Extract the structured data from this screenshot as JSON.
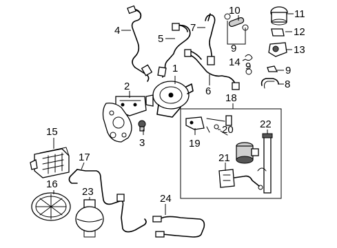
{
  "diagram": {
    "callouts": [
      {
        "id": "1",
        "label": "1"
      },
      {
        "id": "2",
        "label": "2"
      },
      {
        "id": "3",
        "label": "3"
      },
      {
        "id": "4",
        "label": "4"
      },
      {
        "id": "5",
        "label": "5"
      },
      {
        "id": "6",
        "label": "6"
      },
      {
        "id": "7",
        "label": "7"
      },
      {
        "id": "8",
        "label": "8"
      },
      {
        "id": "9a",
        "label": "9"
      },
      {
        "id": "9b",
        "label": "9"
      },
      {
        "id": "9c",
        "label": "9"
      },
      {
        "id": "10",
        "label": "10"
      },
      {
        "id": "11",
        "label": "11"
      },
      {
        "id": "12",
        "label": "12"
      },
      {
        "id": "13",
        "label": "13"
      },
      {
        "id": "14",
        "label": "14"
      },
      {
        "id": "15",
        "label": "15"
      },
      {
        "id": "16",
        "label": "16"
      },
      {
        "id": "17",
        "label": "17"
      },
      {
        "id": "18",
        "label": "18"
      },
      {
        "id": "19",
        "label": "19"
      },
      {
        "id": "20",
        "label": "20"
      },
      {
        "id": "21",
        "label": "21"
      },
      {
        "id": "22",
        "label": "22"
      },
      {
        "id": "23",
        "label": "23"
      },
      {
        "id": "24",
        "label": "24"
      }
    ]
  }
}
